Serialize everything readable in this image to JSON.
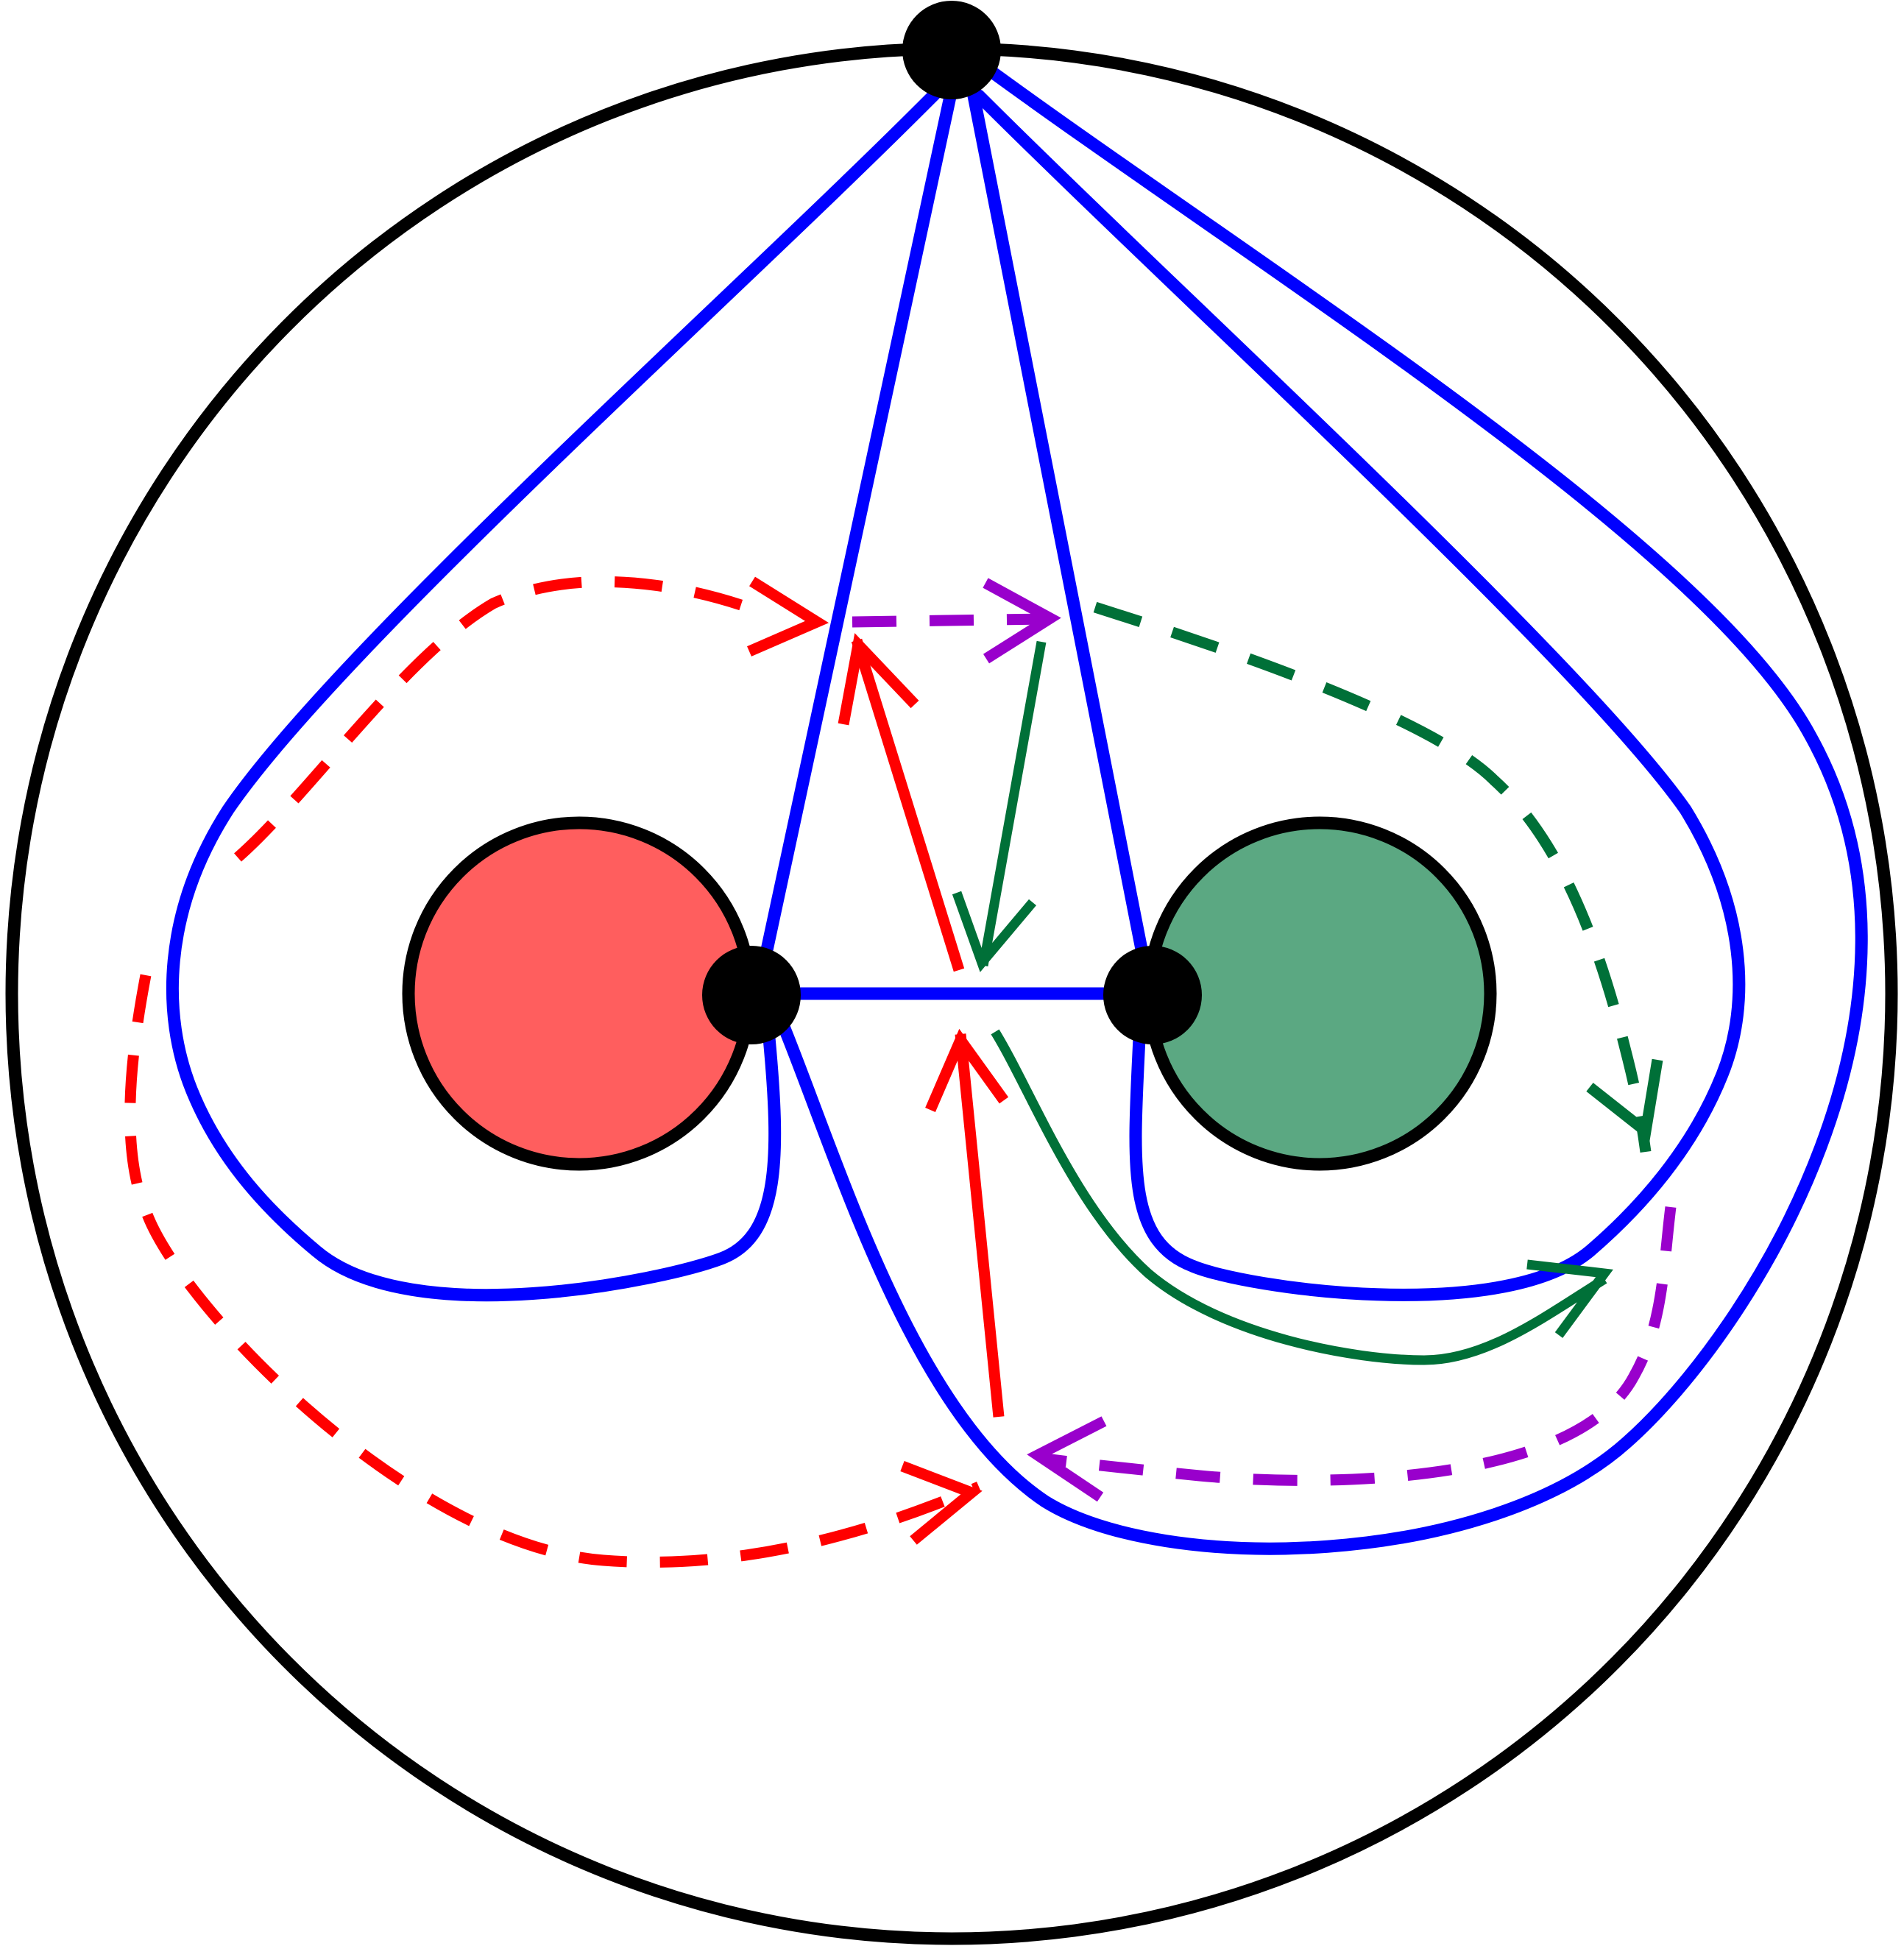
{
  "diagram": {
    "colors": {
      "background": "#ffffff",
      "outline": "#000000",
      "edge": "#0000ff",
      "red_path": "#ff0000",
      "green_path": "#007038",
      "purple_path": "#9900cc",
      "red_disk_fill": "#ff5e5e",
      "green_disk_fill": "#5ba882",
      "vertex": "#000000"
    },
    "elements": {
      "outer_circle": "outer-boundary-circle",
      "red_disk": "red-disk",
      "green_disk": "green-disk",
      "vertices": [
        "top-vertex",
        "left-vertex",
        "right-vertex"
      ],
      "blue_edges": [
        "edge-top-left-outer-loop",
        "edge-top-to-left-vertex",
        "edge-top-to-right-vertex",
        "edge-top-right-outer-loop",
        "edge-top-wide-right-loop",
        "edge-left-right-horizontal"
      ],
      "paths": [
        "red-dashed-outer-path",
        "purple-dashed-top-path",
        "green-dashed-right-path",
        "purple-dashed-bottom-path",
        "red-solid-upper-arrow",
        "red-solid-lower-arrow",
        "green-solid-upper-arrow",
        "green-solid-lower-arrow"
      ]
    }
  }
}
